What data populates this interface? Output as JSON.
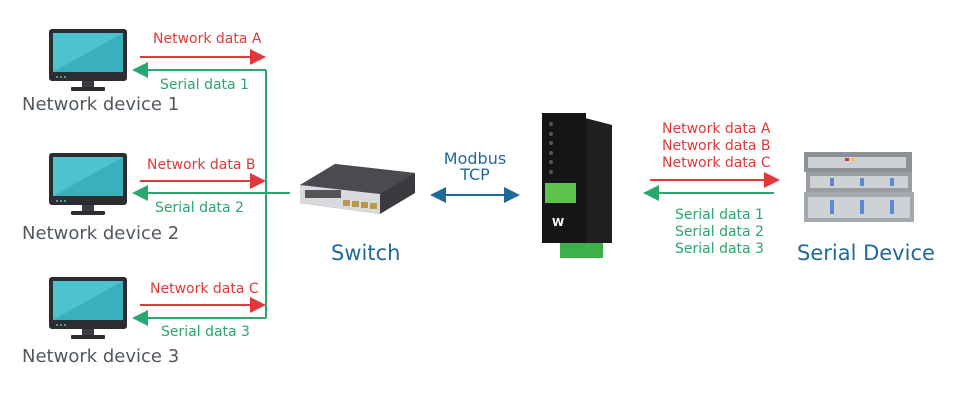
{
  "network_devices": [
    {
      "label": "Network device 1",
      "sent": "Network data A",
      "received": "Serial data 1"
    },
    {
      "label": "Network device 2",
      "sent": "Network data B",
      "received": "Serial data 2"
    },
    {
      "label": "Network device 3",
      "sent": "Network data C",
      "received": "Serial data 3"
    }
  ],
  "switch": {
    "label": "Switch"
  },
  "protocol": {
    "line1": "Modbus",
    "line2": "TCP"
  },
  "gateway": {
    "icon": "rs485-to-ethernet-gateway"
  },
  "serial_device": {
    "label": "Serial Device",
    "incoming": [
      "Network data A",
      "Network data B",
      "Network data C"
    ],
    "outgoing": [
      "Serial data 1",
      "Serial data 2",
      "Serial data 3"
    ]
  },
  "colors": {
    "network": "#e0393b",
    "serial": "#2aa66e",
    "modbus": "#1f6a9a",
    "label": "#505860"
  }
}
